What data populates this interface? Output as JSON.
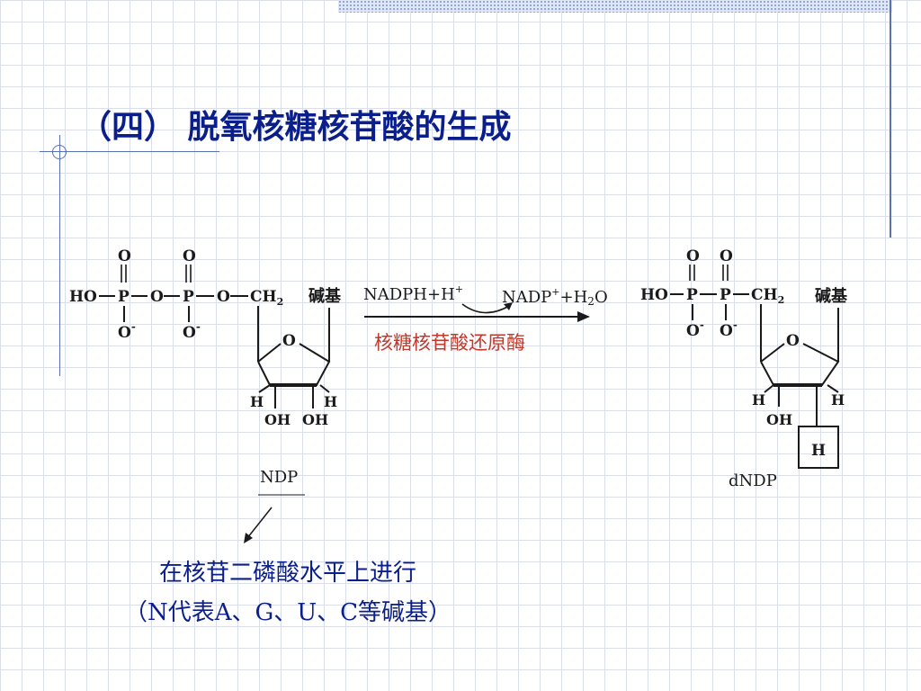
{
  "slide": {
    "title": "（四） 脱氧核糖核苷酸的生成",
    "note_line1": "在核苷二磷酸水平上进行",
    "note_line2": "（N代表A、G、U、C等碱基）"
  },
  "reaction": {
    "cofactor_in": "NADPH+H",
    "cofactor_in_sup": "+",
    "cofactor_out_pre": "NADP",
    "cofactor_out_sup": "+",
    "cofactor_out_post": "+H",
    "cofactor_out_sub": "2",
    "cofactor_out_end": "O",
    "enzyme": "核糖核苷酸还原酶"
  },
  "substrate": {
    "label": "NDP",
    "base": "碱基",
    "ho": "HO",
    "p1": "P",
    "p2": "P",
    "o_bridge1": "O",
    "o_bridge2": "O",
    "o_top1": "O",
    "o_top2": "O",
    "o_minus1": "O",
    "o_minus2": "O",
    "minus": "-",
    "ch2": "CH",
    "ch2_sub": "2",
    "ring_o": "O",
    "h_left": "H",
    "h_right": "H",
    "oh_left": "OH",
    "oh_right": "OH"
  },
  "product": {
    "label": "dNDP",
    "base": "碱基",
    "ho": "HO",
    "p1": "P",
    "p2": "P",
    "o_top1": "O",
    "o_top2": "O",
    "o_minus1": "O",
    "o_minus2": "O",
    "minus": "-",
    "ch2": "CH",
    "ch2_sub": "2",
    "ring_o": "O",
    "h_left": "H",
    "h_right": "H",
    "oh_left": "OH",
    "h_boxed": "H"
  },
  "colors": {
    "title": "#0b1f8c",
    "enzyme": "#c0392b",
    "structure": "#1a1a1a",
    "deco": "#5b6fb3"
  }
}
